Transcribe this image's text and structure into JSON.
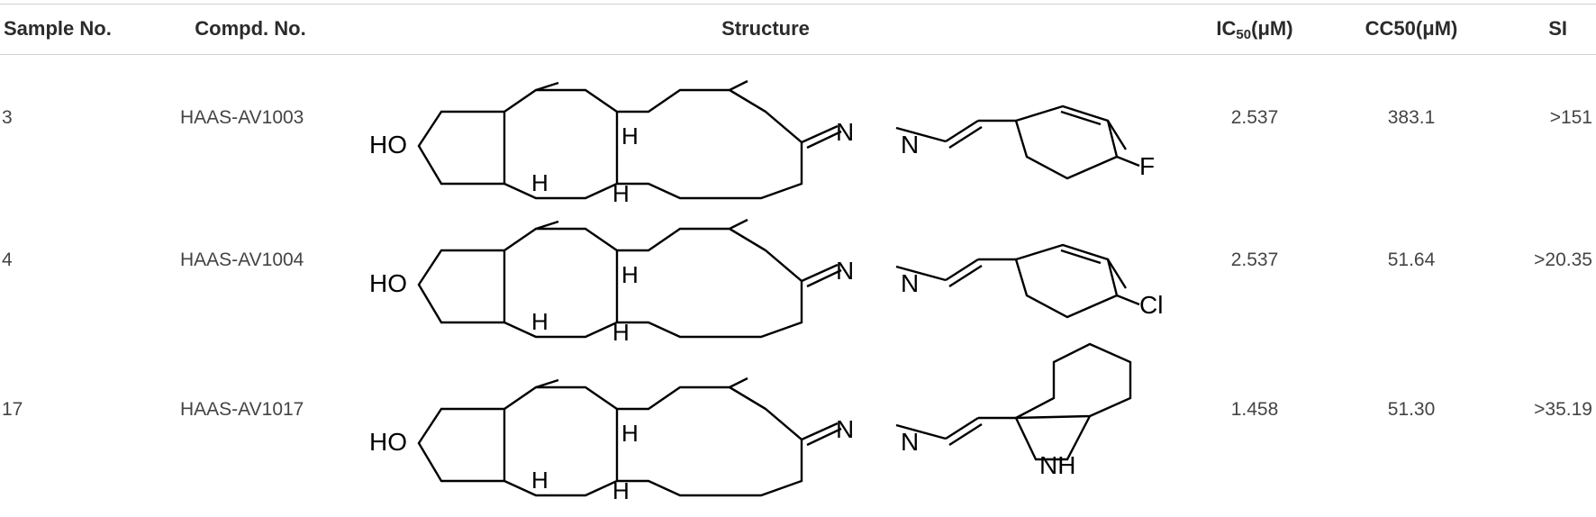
{
  "table": {
    "headers": {
      "sample_no": "Sample No.",
      "compd_no": "Compd. No.",
      "structure": "Structure",
      "ic50_main": "IC",
      "ic50_sub": "50",
      "ic50_unit": "(μM)",
      "cc50": "CC50(μM)",
      "si": "SI"
    },
    "rows": [
      {
        "sample_no": "3",
        "compd_no": "HAAS-AV1003",
        "ic50": "2.537",
        "cc50": "383.1",
        "si": ">151",
        "substituent": "F",
        "hydroxyl": "HO",
        "n1": "N",
        "n2": "N",
        "h1": "H",
        "h2": "H",
        "h3": "H"
      },
      {
        "sample_no": "4",
        "compd_no": "HAAS-AV1004",
        "ic50": "2.537",
        "cc50": "51.64",
        "si": ">20.35",
        "substituent": "Cl",
        "hydroxyl": "HO",
        "n1": "N",
        "n2": "N",
        "h1": "H",
        "h2": "H",
        "h3": "H"
      },
      {
        "sample_no": "17",
        "compd_no": "HAAS-AV1017",
        "ic50": "1.458",
        "cc50": "51.30",
        "si": ">35.19",
        "substituent": "NH",
        "hydroxyl": "HO",
        "n1": "N",
        "n2": "N",
        "h1": "H",
        "h2": "H",
        "h3": "H"
      }
    ]
  }
}
